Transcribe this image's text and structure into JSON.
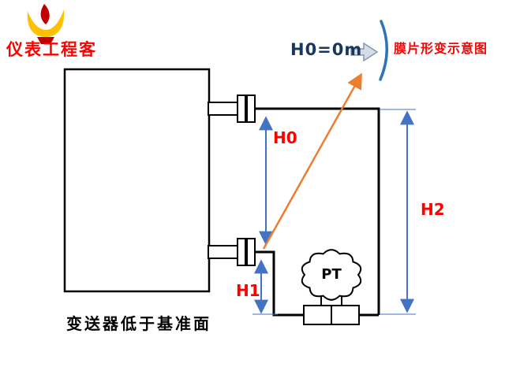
{
  "colors": {
    "bg": "#ffffff",
    "label_red": "#ff0000",
    "dim_blue": "#4472c4",
    "navy_text": "#17375e",
    "orange": "#ed7d31",
    "membrane_blue": "#2e75b6",
    "arrow_fill": "#d6dce5",
    "arrow_stroke": "#8496b0",
    "line_black": "#000000",
    "logo_yellow": "#ffc000",
    "logo_red": "#c00000"
  },
  "header": {
    "brand": "仪表工程客"
  },
  "diagram": {
    "h0_note": "H0=0m",
    "membrane_note": "膜片形变示意图",
    "dim_h0": "H0",
    "dim_h1": "H1",
    "dim_h2": "H2",
    "instrument": "PT",
    "caption": "变送器低于基准面"
  }
}
